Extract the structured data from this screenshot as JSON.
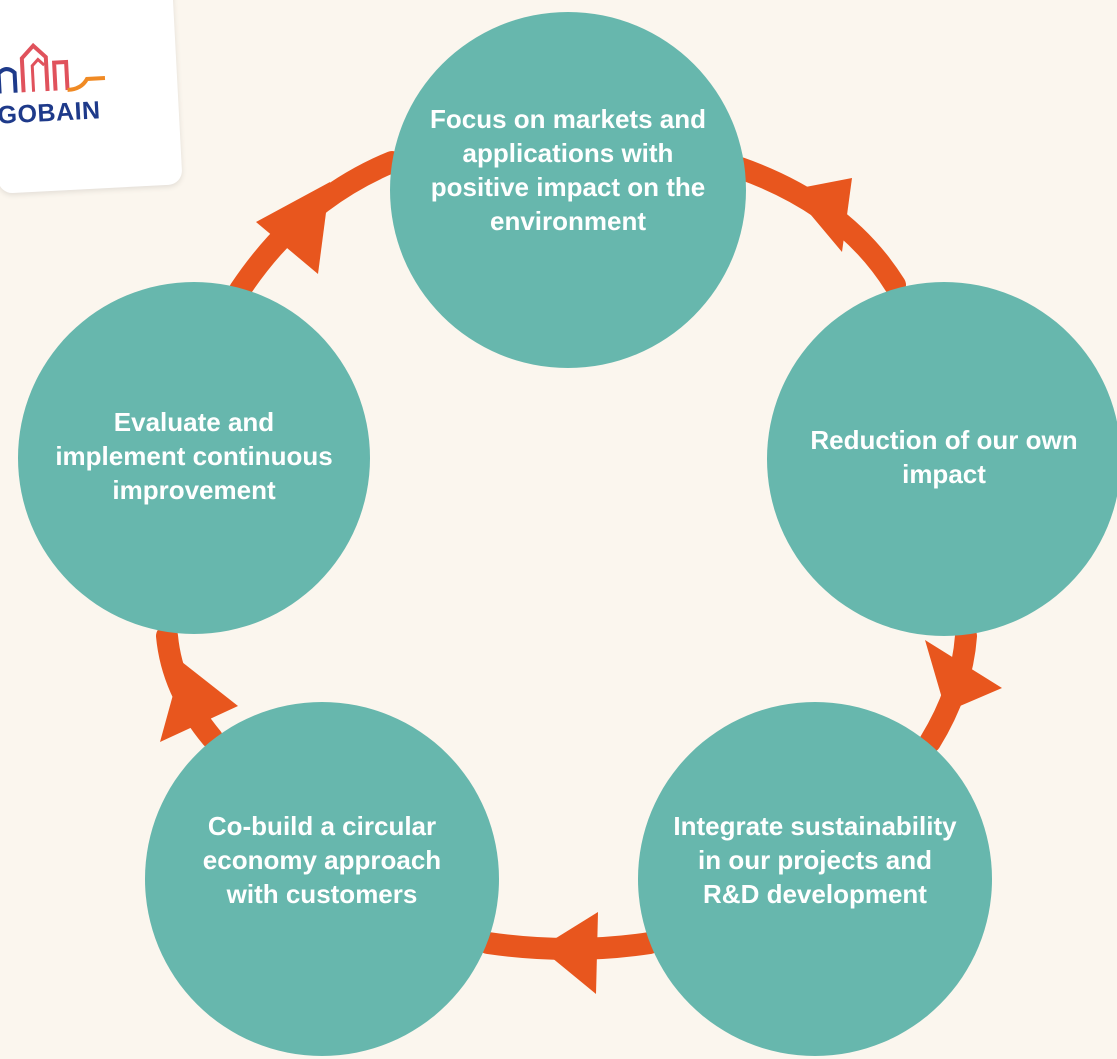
{
  "logo": {
    "text": "-GOBAIN",
    "mark_icon": "city-skyline-icon",
    "colors": [
      "#1e3a8a",
      "#e0525c",
      "#f08a24"
    ]
  },
  "diagram": {
    "type": "cycle",
    "node_color": "#67b7ad",
    "arrow_color": "#e8561e",
    "background": "#fbf6ee",
    "steps": [
      {
        "label": "Focus on markets and\napplications with\npositive impact on the\nenvironment"
      },
      {
        "label": "Reduction of our own\nimpact"
      },
      {
        "label": "Integrate sustainability\nin our projects and\nR&D development"
      },
      {
        "label": "Co-build a circular\neconomy approach\nwith customers"
      },
      {
        "label": "Evaluate and\nimplement continuous\nimprovement"
      }
    ]
  }
}
